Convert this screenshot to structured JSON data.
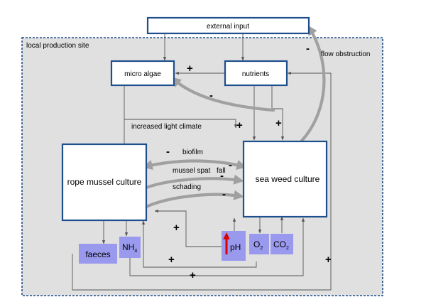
{
  "region": {
    "label": "local production site"
  },
  "nodes": {
    "external_input": "external input",
    "micro_algae": "micro algae",
    "nutrients": "nutrients",
    "rope_mussel": "rope mussel culture",
    "sea_weed": "sea weed culture",
    "faeces": "faeces",
    "nh4": {
      "base": "NH",
      "sub": "4"
    },
    "ph": "pH",
    "o2": {
      "base": "O",
      "sub": "2"
    },
    "co2": {
      "base": "CO",
      "sub": "2"
    }
  },
  "labels": {
    "flow_obstruction": "flow obstruction",
    "increased_light": "increased light climate",
    "biofilm": "biofilm",
    "mussel_spat": "mussel spat",
    "fall": "fall",
    "schading": "schading"
  },
  "signs": {
    "plus": "+",
    "minus": "-"
  },
  "colors": {
    "region_fill": "#e0e0e0",
    "region_border": "#1f4e8c",
    "box_border": "#1f4e8c",
    "chem_fill": "#9999ee",
    "big_arrow": "#a0a0a0",
    "ph_arrow": "#dd0000"
  }
}
